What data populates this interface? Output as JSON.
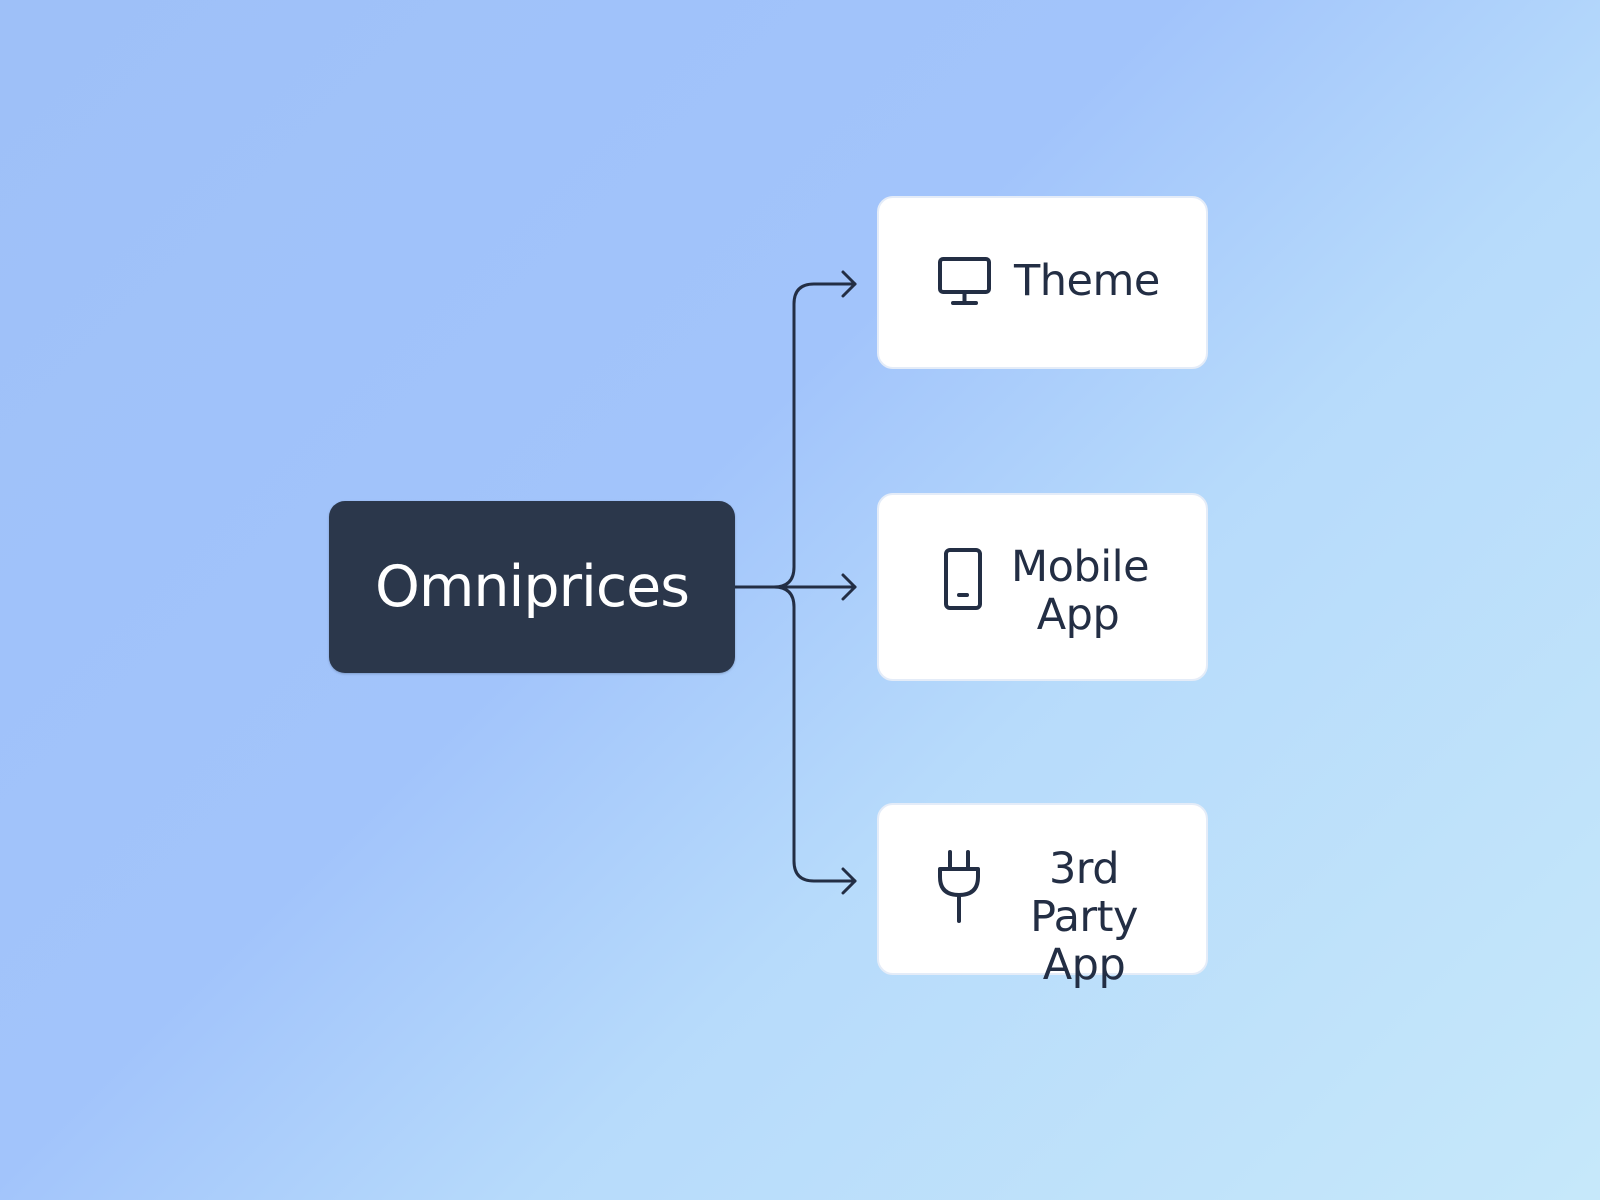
{
  "source": {
    "label": "Omniprices",
    "color": "#2b374b"
  },
  "targets": [
    {
      "id": "theme",
      "icon": "monitor-icon",
      "label_lines": [
        "Theme"
      ]
    },
    {
      "id": "mobile",
      "icon": "smartphone-icon",
      "label_lines": [
        "Mobile",
        "App"
      ]
    },
    {
      "id": "thirdparty",
      "icon": "plug-icon",
      "label_lines": [
        "3rd Party",
        "App"
      ]
    }
  ],
  "colors": {
    "background_from": "#9ec0f8",
    "background_to": "#c6e8fa",
    "connector": "#232e44",
    "card": "#ffffff",
    "card_text": "#232e44"
  }
}
